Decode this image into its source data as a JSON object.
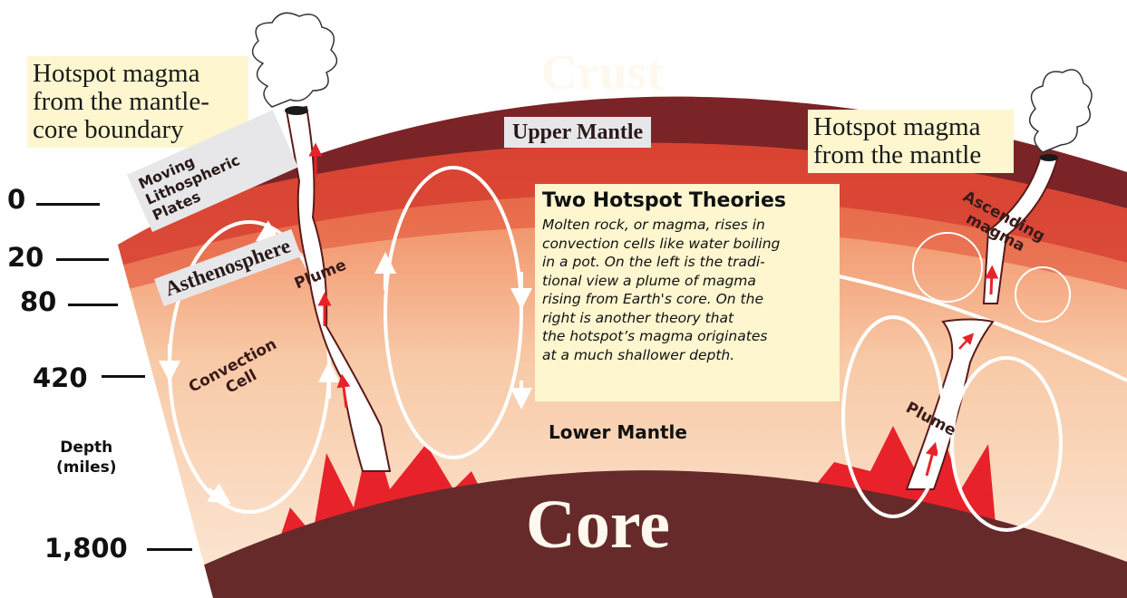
{
  "layers": {
    "crust": "Crust",
    "upper_mantle": "Upper Mantle",
    "lower_mantle": "Lower Mantle",
    "core": "Core"
  },
  "left_callout": {
    "line1": "Hotspot magma",
    "line2": "from the mantle-",
    "line3": "core boundary"
  },
  "right_callout": {
    "line1": "Hotspot magma",
    "line2": "from the mantle"
  },
  "plates_label": {
    "line1": "Moving",
    "line2": "Lithospheric",
    "line3": "Plates"
  },
  "asthenosphere_label": "Asthenosphere",
  "labels": {
    "plume_left": "Plume",
    "plume_right": "Plume",
    "convection_line1": "Convection",
    "convection_line2": "Cell",
    "ascending_line1": "Ascending",
    "ascending_line2": "magma"
  },
  "theory": {
    "title": "Two Hotspot Theories",
    "lines": [
      "Molten rock, or magma, rises in",
      "convection cells like water boiling",
      "in a pot. On the left is the tradi-",
      "tional view a plume of magma",
      "rising from Earth's core. On the",
      "right is another theory that",
      "the hotspot’s magma originates",
      "at a much shallower depth."
    ]
  },
  "depth_scale": {
    "ticks": [
      "0",
      "20",
      "80",
      "420",
      "1,800"
    ],
    "title_line1": "Depth",
    "title_line2": "(miles)"
  },
  "colors": {
    "crust": "#7a2428",
    "core": "#662a2b",
    "mantle_top": "#e44a2f",
    "mantle_bottom": "#fbe5d0",
    "magma_red": "#e8222a",
    "callout_bg": "#fdf6cf",
    "label_box_bg": "#e7e7e9"
  }
}
